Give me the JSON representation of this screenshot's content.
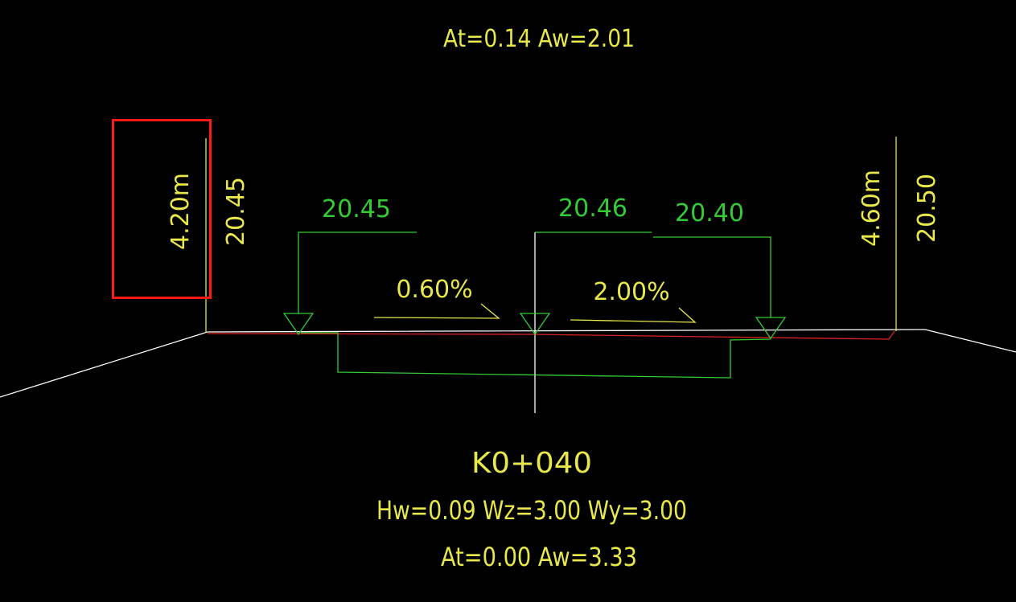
{
  "colors": {
    "background": "#000000",
    "label_yellow": "#e8e84a",
    "elevation_green": "#33cc33",
    "surface_white": "#ffffff",
    "design_red": "#dd2222",
    "selection_red": "#ff1a1a"
  },
  "top_section": {
    "area_line": "At=0.14  Aw=2.01"
  },
  "left_edge": {
    "height_label": "4.20m",
    "elevation_label": "20.45"
  },
  "right_edge": {
    "height_label": "4.60m",
    "elevation_label": "20.50"
  },
  "markers": {
    "left": {
      "elevation": "20.45"
    },
    "center": {
      "elevation": "20.46"
    },
    "right": {
      "elevation": "20.40"
    }
  },
  "slopes": {
    "left": "0.60%",
    "right": "2.00%"
  },
  "station": {
    "chainage": "K0+040",
    "params_line": "Hw=0.09  Wz=3.00  Wy=3.00",
    "area_line": "At=0.00  Aw=3.33"
  }
}
